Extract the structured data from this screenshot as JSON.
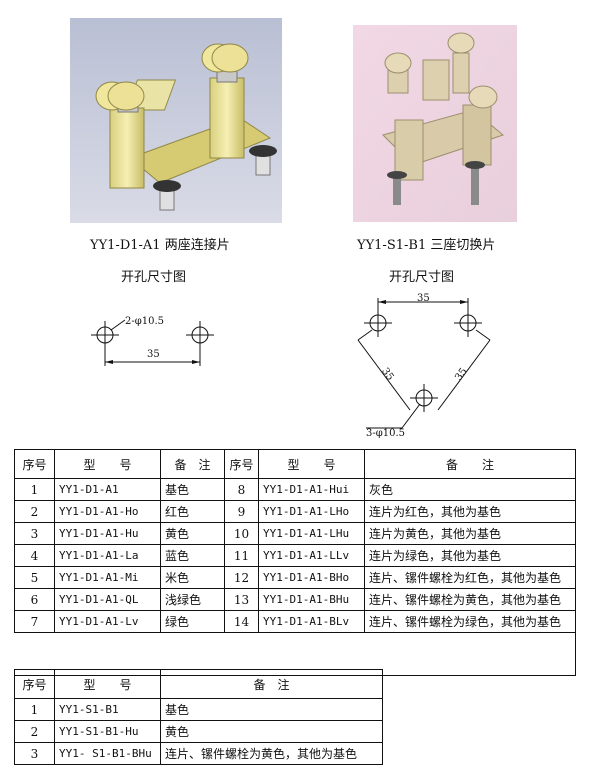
{
  "products": [
    {
      "caption": "YY1-D1-A1 两座连接片",
      "hole_title": "开孔尺寸图",
      "hole_label": "2-φ10.5",
      "dimension": "35"
    },
    {
      "caption": "YY1-S1-B1 三座切换片",
      "hole_title": "开孔尺寸图",
      "hole_label": "3-φ10.5",
      "dimension_top": "35",
      "dimension_left": "35",
      "dimension_right": "35"
    }
  ],
  "table1": {
    "headers": [
      "序号",
      "型　　号",
      "备　注",
      "序号",
      "型　　号",
      "备　　注"
    ],
    "rows": [
      [
        "1",
        "YY1-D1-A1",
        "基色",
        "8",
        "YY1-D1-A1-Hui",
        "灰色"
      ],
      [
        "2",
        "YY1-D1-A1-Ho",
        "红色",
        "9",
        "YY1-D1-A1-LHo",
        "连片为红色，其他为基色"
      ],
      [
        "3",
        "YY1-D1-A1-Hu",
        "黄色",
        "10",
        "YY1-D1-A1-LHu",
        "连片为黄色，其他为基色"
      ],
      [
        "4",
        "YY1-D1-A1-La",
        "蓝色",
        "11",
        "YY1-D1-A1-LLv",
        "连片为绿色，其他为基色"
      ],
      [
        "5",
        "YY1-D1-A1-Mi",
        "米色",
        "12",
        "YY1-D1-A1-BHo",
        "连片、镙件螺栓为红色，其他为基色"
      ],
      [
        "6",
        "YY1-D1-A1-QL",
        "浅绿色",
        "13",
        "YY1-D1-A1-BHu",
        "连片、镙件螺栓为黄色，其他为基色"
      ],
      [
        "7",
        "YY1-D1-A1-Lv",
        "绿色",
        "14",
        "YY1-D1-A1-BLv",
        "连片、镙件螺栓为绿色，其他为基色"
      ]
    ]
  },
  "table2": {
    "headers": [
      "序号",
      "型　　号",
      "备　注"
    ],
    "rows": [
      [
        "1",
        "YY1-S1-B1",
        "基色"
      ],
      [
        "2",
        "YY1-S1-B1-Hu",
        "黄色"
      ],
      [
        "3",
        "YY1- S1-B1-BHu",
        "连片、镙件螺栓为黄色，其他为基色"
      ]
    ]
  }
}
